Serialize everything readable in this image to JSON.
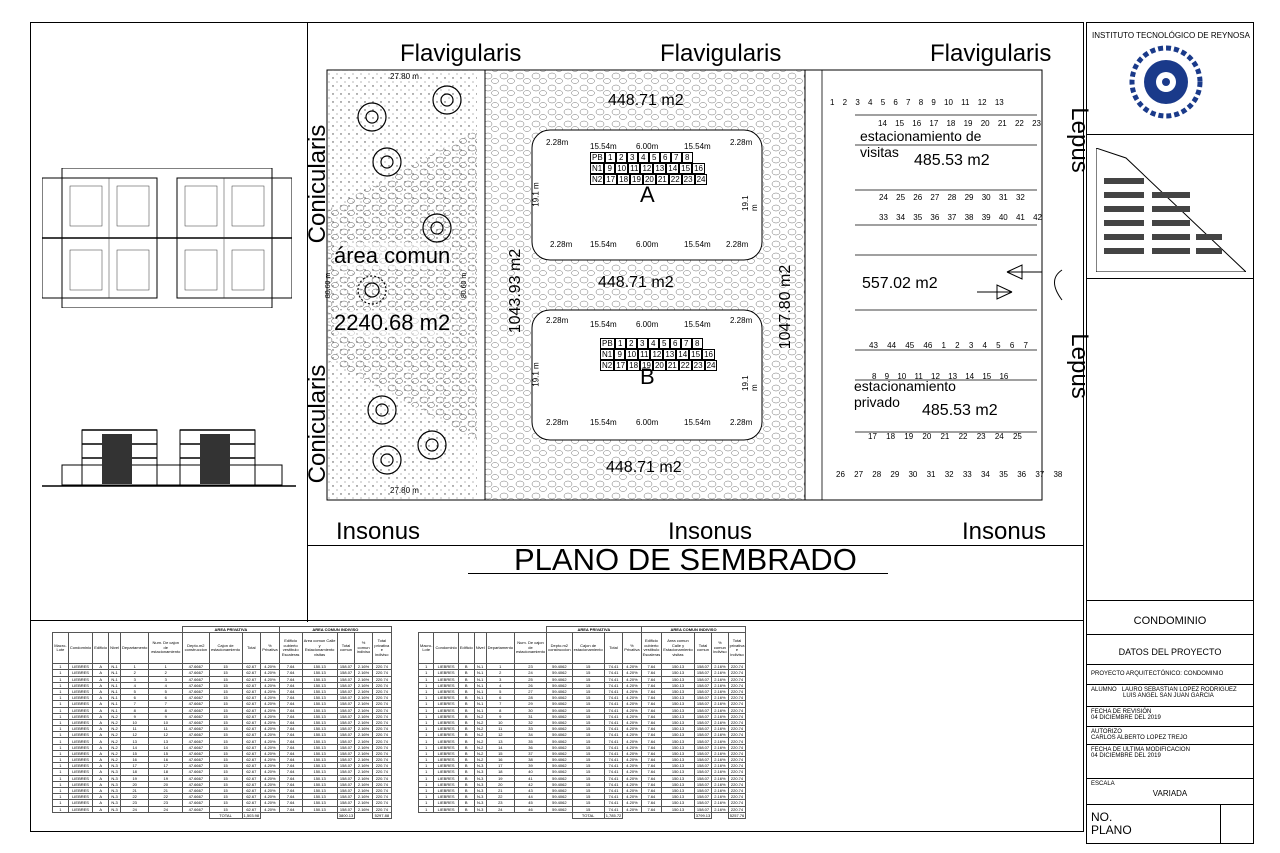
{
  "plan": {
    "streets": {
      "top": [
        "Flavigularis",
        "Flavigularis",
        "Flavigularis"
      ],
      "bottom": [
        "Insonus",
        "Insonus",
        "Insonus"
      ],
      "left_top": "Conicularis",
      "left_bottom": "Conicularis",
      "right_top": "Lepus",
      "right_bottom": "Lepus"
    },
    "common_area": {
      "label": "área comun",
      "area": "2240.68 m2",
      "top_dim": "27.80 m",
      "bottom_dim": "27.80 m",
      "left_dim": "80.60 m",
      "right_dim": "80.60 m"
    },
    "areas": {
      "top": "448.71 m2",
      "middle": "448.71 m2",
      "bottom": "448.71 m2",
      "left_vertical": "1043.93 m2",
      "right_vertical": "1047.80 m2",
      "right_middle": "557.02 m2"
    },
    "buildings": [
      {
        "name": "A",
        "corner": "2.28m",
        "side": "15.54m",
        "center": "6.00m",
        "height": "19.1 m",
        "rows": [
          [
            "PB",
            "1",
            "2",
            "3",
            "4",
            "5",
            "6",
            "7",
            "8"
          ],
          [
            "N1",
            "9",
            "10",
            "11",
            "12",
            "13",
            "14",
            "15",
            "16"
          ],
          [
            "N2",
            "17",
            "18",
            "19",
            "20",
            "21",
            "22",
            "23",
            "24"
          ]
        ]
      },
      {
        "name": "B",
        "corner": "2.28m",
        "side": "15.54m",
        "center": "6.00m",
        "height": "19.1 m",
        "rows": [
          [
            "PB",
            "1",
            "2",
            "3",
            "4",
            "5",
            "6",
            "7",
            "8"
          ],
          [
            "N1",
            "9",
            "10",
            "11",
            "12",
            "13",
            "14",
            "15",
            "16"
          ],
          [
            "N2",
            "17",
            "18",
            "19",
            "20",
            "21",
            "22",
            "23",
            "24"
          ]
        ]
      }
    ],
    "parking_visits": {
      "label": "estacionamiento de visitas",
      "area": "485.53 m2",
      "row1": [
        "1",
        "2",
        "3",
        "4",
        "5",
        "6",
        "7",
        "8",
        "9",
        "10",
        "11",
        "12",
        "13"
      ],
      "row2": [
        "14",
        "15",
        "16",
        "17",
        "18",
        "19",
        "20",
        "21",
        "22",
        "23"
      ],
      "row3": [
        "24",
        "25",
        "26",
        "27",
        "28",
        "29",
        "30",
        "31",
        "32"
      ],
      "row4": [
        "33",
        "34",
        "35",
        "36",
        "37",
        "38",
        "39",
        "40",
        "41",
        "42"
      ]
    },
    "parking_private": {
      "label": "estacionamiento privado",
      "area": "485.53 m2",
      "row1": [
        "43",
        "44",
        "45",
        "46",
        "1",
        "2",
        "3",
        "4",
        "5",
        "6",
        "7"
      ],
      "row2": [
        "8",
        "9",
        "10",
        "11",
        "12",
        "13",
        "14",
        "15",
        "16"
      ],
      "row3": [
        "17",
        "18",
        "19",
        "20",
        "21",
        "22",
        "23",
        "24",
        "25"
      ],
      "row4": [
        "26",
        "27",
        "28",
        "29",
        "30",
        "31",
        "32",
        "33",
        "34",
        "35",
        "36",
        "37",
        "38"
      ]
    },
    "title": "PLANO DE SEMBRADO"
  },
  "title_block": {
    "institute": "INSTITUTO TECNOLÓGICO DE REYNOSA",
    "project": "CONDOMINIO",
    "datos": "DATOS DEL PROYECTO",
    "proyecto": "PROYECTO ARQUITECTÓNICO: CONDOMINIO",
    "alumno_label": "ALUMNO",
    "alumno_1": "LAURO SEBASTIAN LOPEZ RODRIGUEZ",
    "alumno_2": "LUIS ANGEL SAN JUAN GARCIA",
    "revision_label": "FECHA DE REVISIÓN",
    "revision_date": "04 DICIEMBRE DEL 2019",
    "autorizo_label": "AUTORIZO",
    "autorizo_name": "CARLOS ALBERTO LOPEZ TREJO",
    "mod_label": "FECHA DE ULTIMA MODIFICACION",
    "mod_date": "04 DICIEMBRE DEL 2019",
    "escala_label": "ESCALA",
    "escala": "VARIADA",
    "no": "NO.",
    "plano": "PLANO"
  },
  "schedule": {
    "group_private": "AREA PRIVATIVA",
    "group_common": "AREA COMUN INDIVISO",
    "headers": [
      "Macro-Lote",
      "Condominio",
      "Edificio",
      "Nivel",
      "Departamento",
      "Num. De cajon de estacionamiento",
      "Depto.m2 construccion",
      "Cajon de estacionamiento",
      "Total",
      "% Privativa",
      "Edificio cubierto vestibulo Escaleras",
      "Area comun Calle y Estacionamiento visitas",
      "Total comun",
      "% comun indiviso",
      "Total privativa e indiviso"
    ],
    "left": {
      "edificio": "A",
      "caj_start": 1,
      "depto": "47.6667",
      "cajon": "15",
      "total": "62.67",
      "pct": "4.20%",
      "ed": "7.64",
      "ac": "150.13",
      "tc": "158.07",
      "pi": "2.16%",
      "tp": "220.74",
      "sum_total": "1,503.98",
      "sum_tc": "3800.13",
      "sum_tp": "5297.88"
    },
    "right": {
      "edificio": "B",
      "caj_start": 23,
      "depto": "59.4062",
      "cajon": "15",
      "total": "74.41",
      "pct": "4.20%",
      "ed": "7.64",
      "ac": "150.13",
      "tc": "158.07",
      "pi": "2.16%",
      "tp": "220.74",
      "sum_total": "1,785.72",
      "sum_tc": "3799.13",
      "sum_tp": "5257.76"
    },
    "condominio": "LIEBRES",
    "macro": "1",
    "total_label": "TOTAL"
  }
}
